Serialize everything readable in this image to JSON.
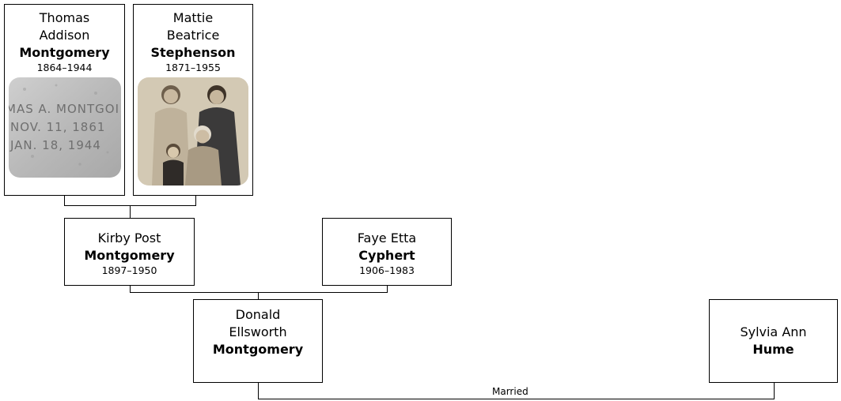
{
  "people": {
    "thomas": {
      "given": [
        "Thomas",
        "Addison"
      ],
      "surname": "Montgomery",
      "dates": "1864–1944"
    },
    "mattie": {
      "given": [
        "Mattie",
        "Beatrice"
      ],
      "surname": "Stephenson",
      "dates": "1871–1955"
    },
    "kirby": {
      "given": [
        "Kirby Post"
      ],
      "surname": "Montgomery",
      "dates": "1897–1950"
    },
    "faye": {
      "given": [
        "Faye Etta"
      ],
      "surname": "Cyphert",
      "dates": "1906–1983"
    },
    "donald": {
      "given": [
        "Donald",
        "Ellsworth"
      ],
      "surname": "Montgomery"
    },
    "sylvia": {
      "given": [
        "Sylvia Ann"
      ],
      "surname": "Hume"
    }
  },
  "headstone_photo": {
    "lines": [
      "MAS A. MONTGOI",
      "NOV. 11, 1861",
      "JAN. 18, 1944"
    ]
  },
  "marriage_label": "Married"
}
